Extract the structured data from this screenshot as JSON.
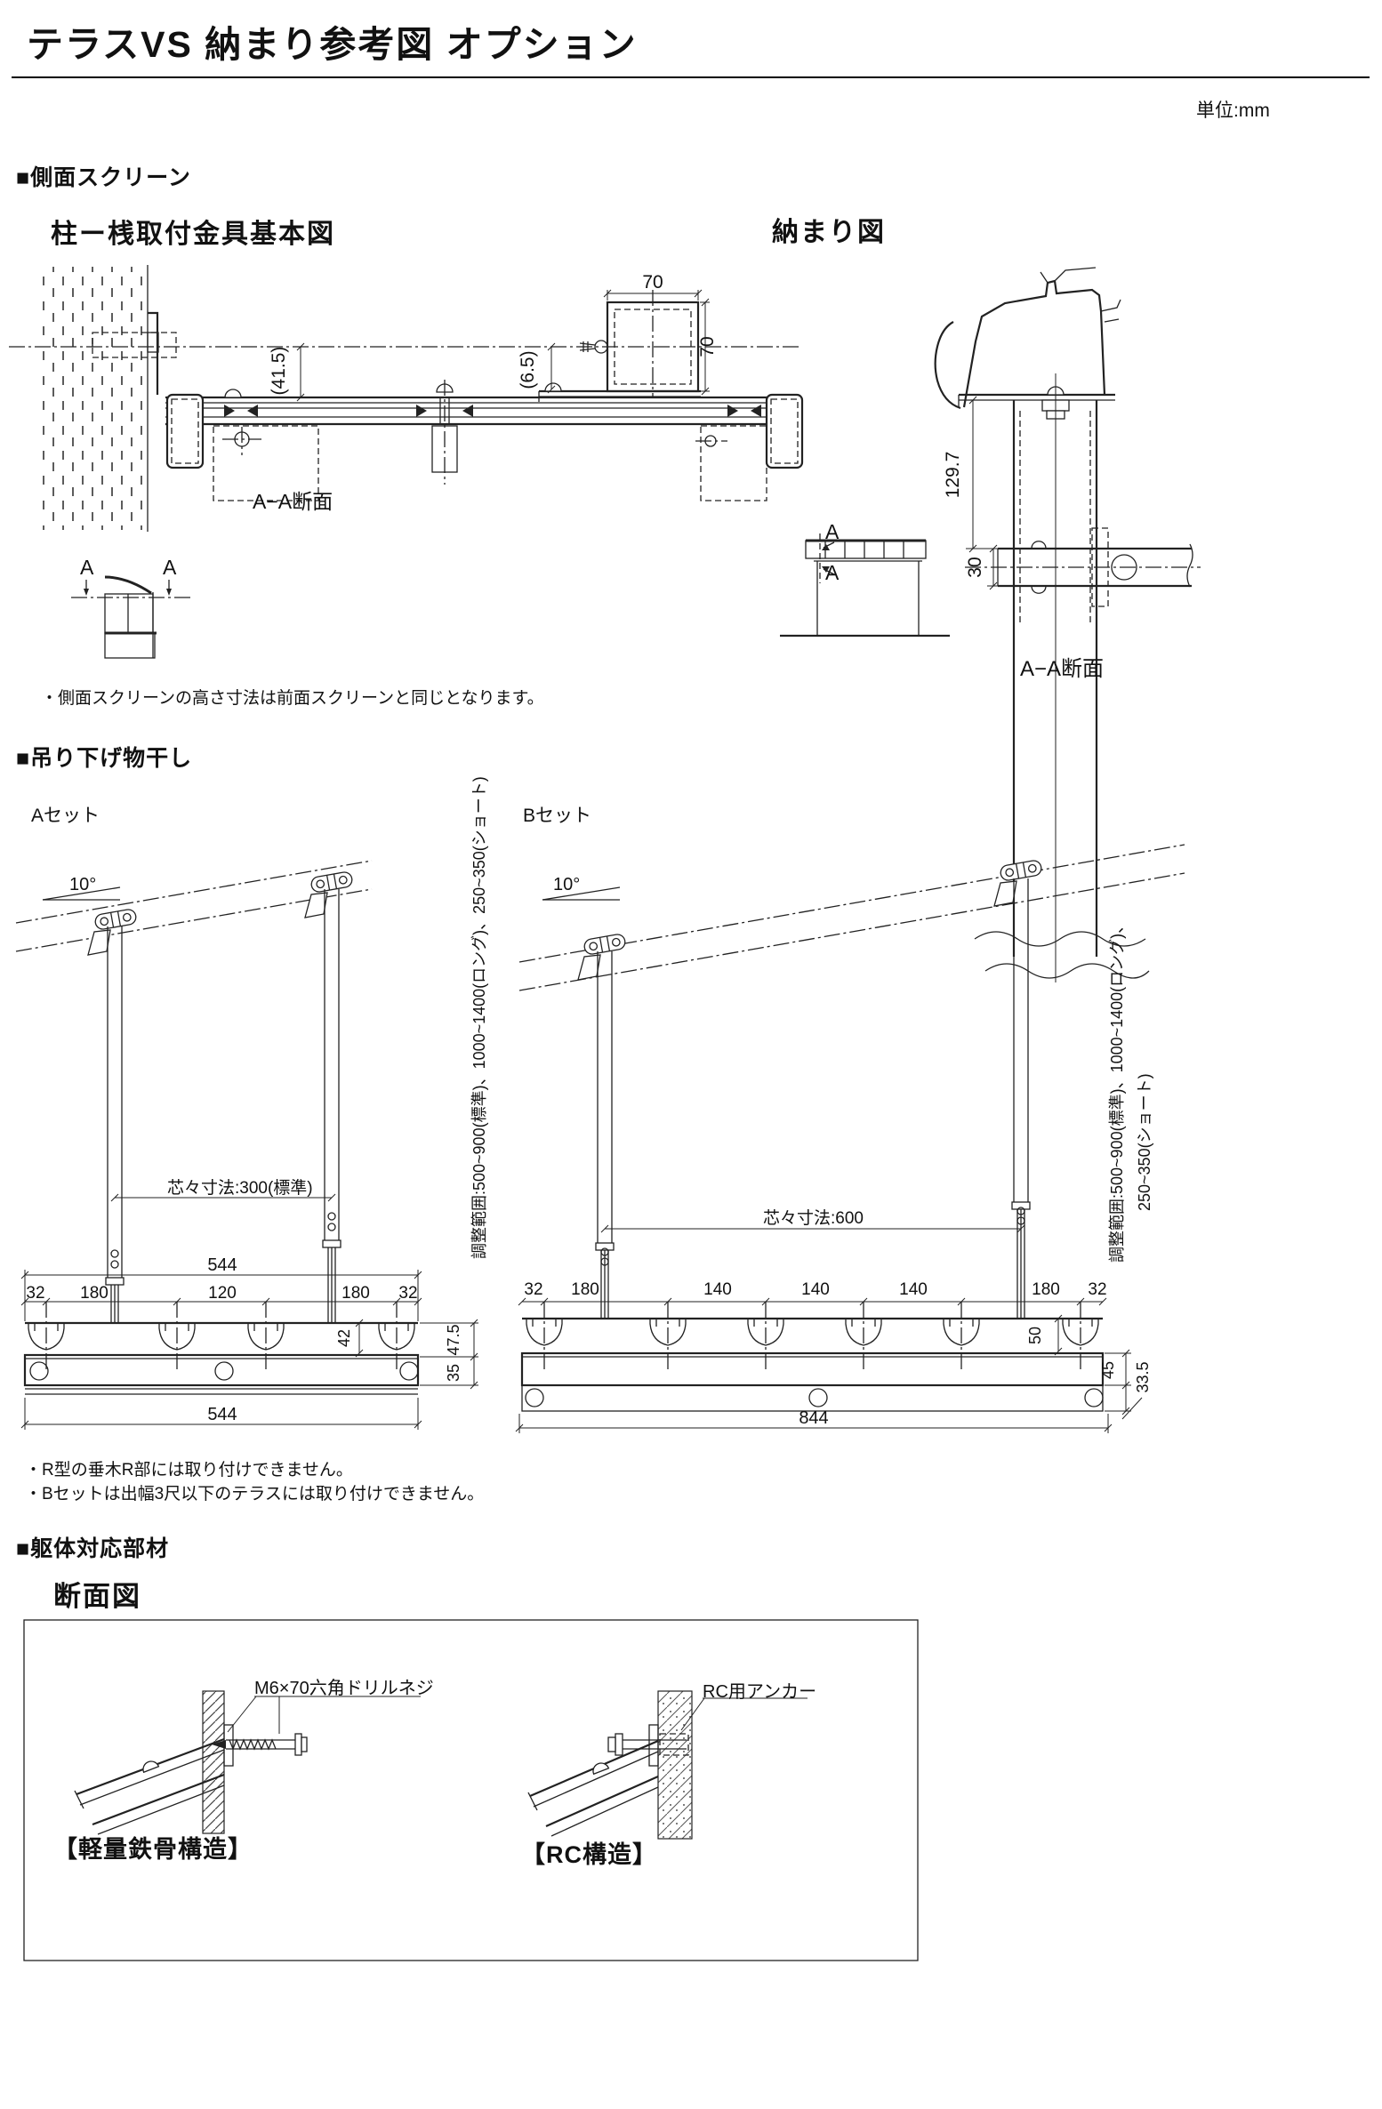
{
  "page": {
    "title": "テラスVS 納まり参考図 オプション",
    "unit": "単位:mm"
  },
  "side_screen": {
    "heading": "■側面スクリーン",
    "basic_diagram": {
      "title": "柱ー桟取付金具基本図",
      "dim_41_5": "(41.5)",
      "dim_6_5": "(6.5)",
      "dim_70_w": "70",
      "dim_70_h": "70",
      "section_label": "A−A断面",
      "cut_label": "A"
    },
    "detail_diagram": {
      "title": "納まり図",
      "dim_129_7": "129.7",
      "dim_30": "30",
      "section_label": "A−A断面",
      "cut_label": "A"
    },
    "note": "・側面スクリーンの高さ寸法は前面スクリーンと同じとなります。"
  },
  "hanging": {
    "heading": "■吊り下げ物干し",
    "set_a": {
      "label": "Aセット",
      "angle": "10°",
      "pitch": "芯々寸法:300(標準)",
      "top_width": "544",
      "segments": [
        "32",
        "180",
        "120",
        "180",
        "32"
      ],
      "hook_h": "42",
      "side_dims": [
        "47.5",
        "35"
      ],
      "bottom_width": "544",
      "range": "調整範囲:500~900(標準)、1000~1400(ロング)、250~350(ショート)"
    },
    "set_b": {
      "label": "Bセット",
      "angle": "10°",
      "pitch": "芯々寸法:600",
      "segments": [
        "32",
        "180",
        "140",
        "140",
        "140",
        "180",
        "32"
      ],
      "hook_h": "50",
      "side_dims": [
        "45",
        "33.5"
      ],
      "bottom_width": "844",
      "range_line1": "調整範囲:500~900(標準)、1000~1400(ロング)、",
      "range_line2": "250~350(ショート)"
    },
    "notes": [
      "・R型の垂木R部には取り付けできません。",
      "・Bセットは出幅3尺以下のテラスには取り付けできません。"
    ]
  },
  "frame_parts": {
    "heading": "■躯体対応部材",
    "sub_heading": "断面図",
    "steel": {
      "label": "M6×70六角ドリルネジ",
      "caption": "【軽量鉄骨構造】"
    },
    "rc": {
      "label": "RC用アンカー",
      "caption": "【RC構造】"
    }
  }
}
